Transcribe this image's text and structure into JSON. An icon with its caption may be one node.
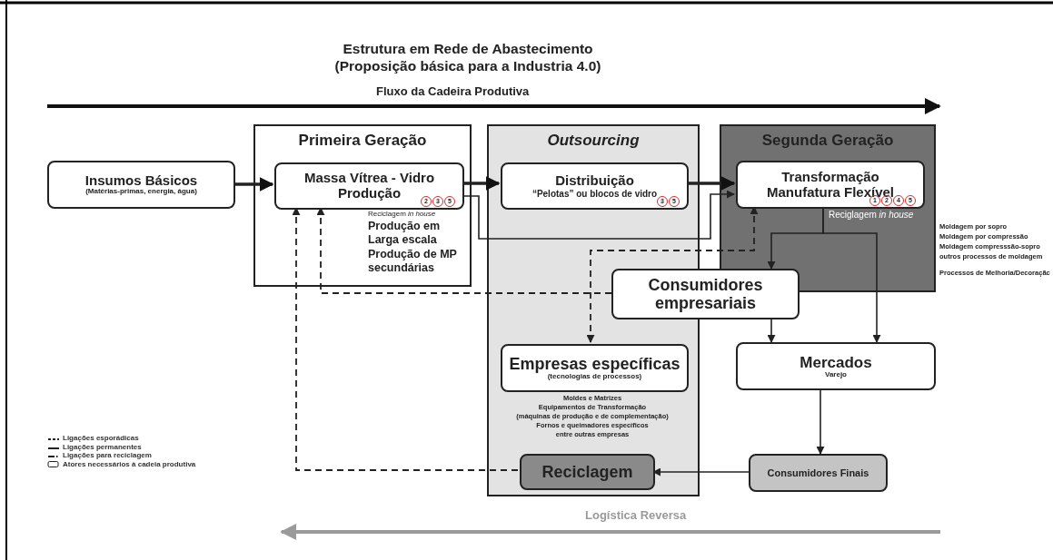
{
  "diagram": {
    "title": "Estrutura em Rede de Abastecimento (Proposição básica para a Industria 4.0)",
    "nodes": [
      {
        "text": [
          "Primeira Geração"
        ]
      },
      {
        "text": [
          "Outsourcing"
        ]
      },
      {
        "text": [
          "Segunda Geração"
        ]
      },
      {
        "text": [
          "Insumos Básicos",
          "(Matérias-primas, energia, água)"
        ]
      },
      {
        "text": [
          "Massa Vítrea - Vidro Produção",
          "2",
          "3",
          "5"
        ],
        "in": 0,
        "beside": [
          "Reciclagem *in house*",
          "Produção em Larga escala",
          "Produção de MP secundárias"
        ]
      },
      {
        "text": [
          "Distribuição",
          "“Pelotas” ou blocos de vidro",
          "3",
          "5"
        ],
        "in": 1
      },
      {
        "text": [
          "Transformação Manufatura Flexível",
          "1",
          "2",
          "4",
          "5"
        ],
        "in": 2,
        "beside": [
          "Reciglagem *in house*",
          "Moldagem por sopro",
          "Moldagem por compressão",
          "Moldagem compresssão-sopro",
          "outros processos de moldagem",
          "Processos de Melhoria/Decoraçãc"
        ]
      },
      {
        "text": [
          "Consumidores empresariais"
        ]
      },
      {
        "text": [
          "Empresas específicas",
          "(tecnologias de processos)"
        ],
        "in": 1,
        "beside": [
          "Moldes e Matrizes",
          "Equipamentos de Transformação",
          "(máquinas de produção e de complementação)",
          "Fornos e queimadores específicos",
          "entre outras empresas"
        ]
      },
      {
        "text": [
          "Mercados",
          "Varejo"
        ]
      },
      {
        "text": [
          "Reciclagem"
        ],
        "in": 1
      },
      {
        "text": [
          "Consumidores Finais"
        ]
      }
    ],
    "edges": [
      {
        "from": 3,
        "to": 4,
        "arrow": "to",
        "style": "thick"
      },
      {
        "from": 4,
        "to": 5,
        "arrow": "to",
        "style": "thick"
      },
      {
        "from": 5,
        "to": 6,
        "arrow": "to",
        "style": "thick"
      },
      {
        "from": 4,
        "to": 6,
        "arrow": "to"
      },
      {
        "from": 6,
        "to": 7,
        "arrow": "to"
      },
      {
        "from": 6,
        "to": 9,
        "arrow": "to"
      },
      {
        "from": 7,
        "to": 9,
        "arrow": "to"
      },
      {
        "from": 7,
        "to": 4,
        "arrow": "to",
        "style": "dashed"
      },
      {
        "from": 8,
        "to": 6,
        "arrow": "both",
        "style": "dashed"
      },
      {
        "from": 10,
        "to": 4,
        "arrow": "to",
        "style": "dashed"
      },
      {
        "from": 9,
        "to": 11,
        "arrow": "to"
      },
      {
        "from": 11,
        "to": 10,
        "arrow": "to"
      }
    ],
    "labels": [
      "Fluxo da Cadeira Produtiva",
      "Logística Reversa"
    ],
    "legend": [
      {
        "text": "Ligações esporádicas"
      },
      {
        "text": "Ligações permanentes"
      },
      {
        "text": "Ligações para reciclagem"
      },
      {
        "text": "Atores necessários à cadeia produtiva"
      }
    ]
  }
}
